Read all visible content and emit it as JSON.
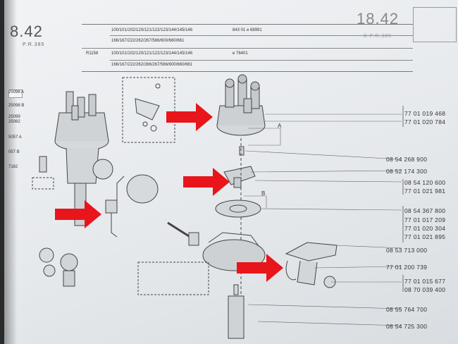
{
  "page": {
    "left_number": "8.42",
    "left_sub": "P.R.385",
    "right_number": "18.42",
    "right_sub": "B P.R.385"
  },
  "header": {
    "row1_left": "100/101/102/120/121/122/123/144/145/146",
    "row1_right": "843 01 e 68991",
    "row2_left": "166/167/222/262/267/566/600/660/661",
    "row3_tag": "R1158",
    "row3_left": "100/101/102/120/121/122/123/144/145/146",
    "row3_right": "e 76401",
    "row4_left": "166/167/222/262/266/267/566/600/660/661"
  },
  "left_refs": [
    "25096 A",
    "25098 B",
    "25099",
    "25082",
    "5057 A",
    "057 B",
    "7162"
  ],
  "callouts": [
    "A",
    "B"
  ],
  "part_numbers": [
    "77 01 019 468",
    "77 01 020 784",
    "08 54 268 900",
    "08 52 174 300",
    "08 54 120 600",
    "77 01 021 981",
    "08 54 367 800",
    "77 01 017 209",
    "77 01 020 304",
    "77 01 021 895",
    "08 53 713 000",
    "77 01 200 739",
    "77 01 015 677",
    "08 70 039 400",
    "08 55 764 700",
    "08 54 725 300"
  ],
  "colors": {
    "arrow": "#e8151b",
    "ink": "#3a3a3a",
    "paper": "#eceff2"
  }
}
